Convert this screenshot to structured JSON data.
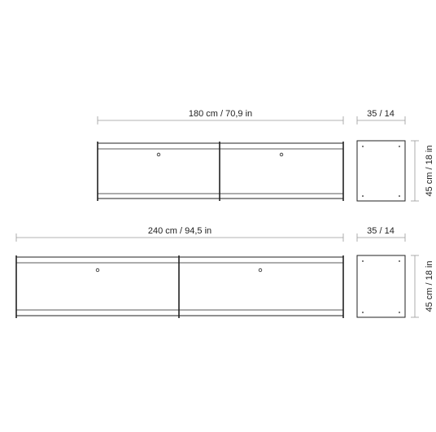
{
  "colors": {
    "ink": "#222222",
    "dim": "#9a9a9a",
    "background": "#ffffff"
  },
  "units": [
    {
      "width_label": "180 cm / 70,9 in",
      "depth_label": "35 / 14",
      "height_label": "45 cm / 18 in",
      "doors": 2
    },
    {
      "width_label": "240 cm / 94,5 in",
      "depth_label": "35 / 14",
      "height_label": "45 cm / 18 in",
      "doors": 2
    }
  ]
}
